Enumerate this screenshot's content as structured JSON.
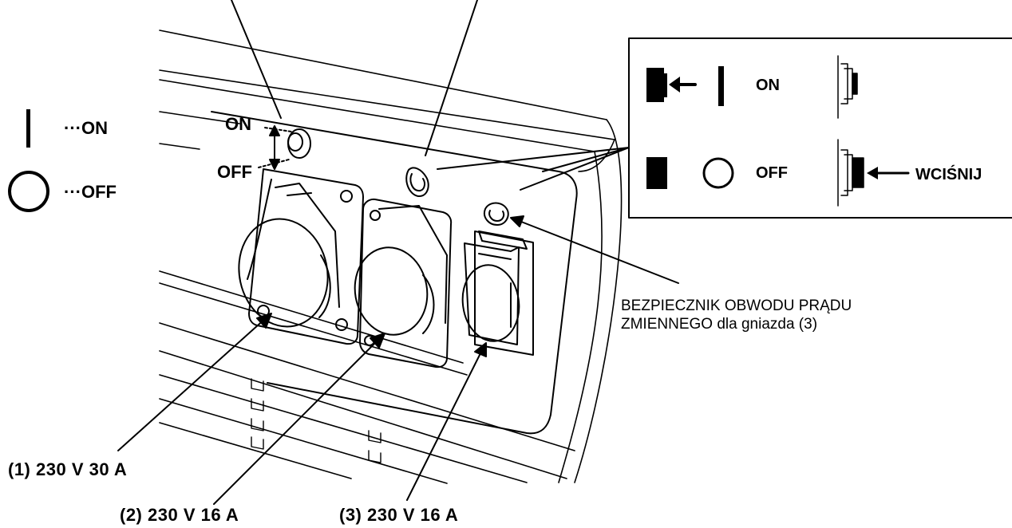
{
  "legend": {
    "on_text": "···ON",
    "off_text": "···OFF"
  },
  "switch": {
    "on": "ON",
    "off": "OFF"
  },
  "inset": {
    "on": "ON",
    "off": "OFF",
    "push": "WCIŚNIJ"
  },
  "callout": {
    "line1": "BEZPIECZNIK OBWODU PRĄDU",
    "line2": "ZMIENNEGO dla gniazda (3)"
  },
  "sockets": [
    {
      "label": "(1) 230 V 30 A"
    },
    {
      "label": "(2) 230 V 16 A"
    },
    {
      "label": "(3) 230 V 16 A"
    }
  ]
}
